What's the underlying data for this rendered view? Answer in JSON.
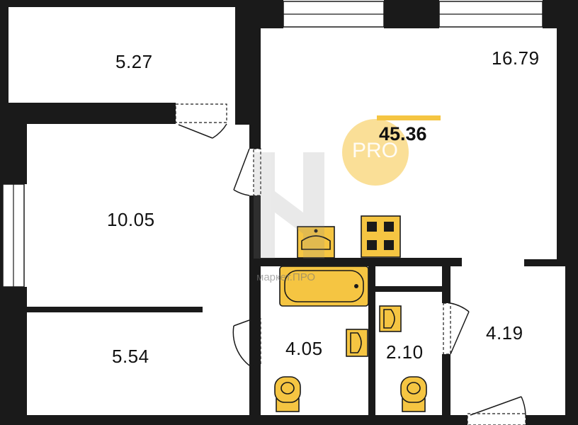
{
  "rooms": [
    {
      "name": "room-loggia-top",
      "area": "5.27"
    },
    {
      "name": "room-living-kitchen",
      "area": "16.79"
    },
    {
      "name": "room-bedroom",
      "area": "10.05"
    },
    {
      "name": "room-loggia-bottom",
      "area": "5.54"
    },
    {
      "name": "room-bathroom",
      "area": "4.05"
    },
    {
      "name": "room-toilet",
      "area": "2.10"
    },
    {
      "name": "room-hallway",
      "area": "4.19"
    }
  ],
  "total_area": "45.36",
  "watermark": {
    "badge": "PRO",
    "caption": "маркет.ПРО"
  },
  "colors": {
    "wall": "#1a1a1a",
    "fixture": "#f5c542",
    "accent": "#f5c542"
  }
}
